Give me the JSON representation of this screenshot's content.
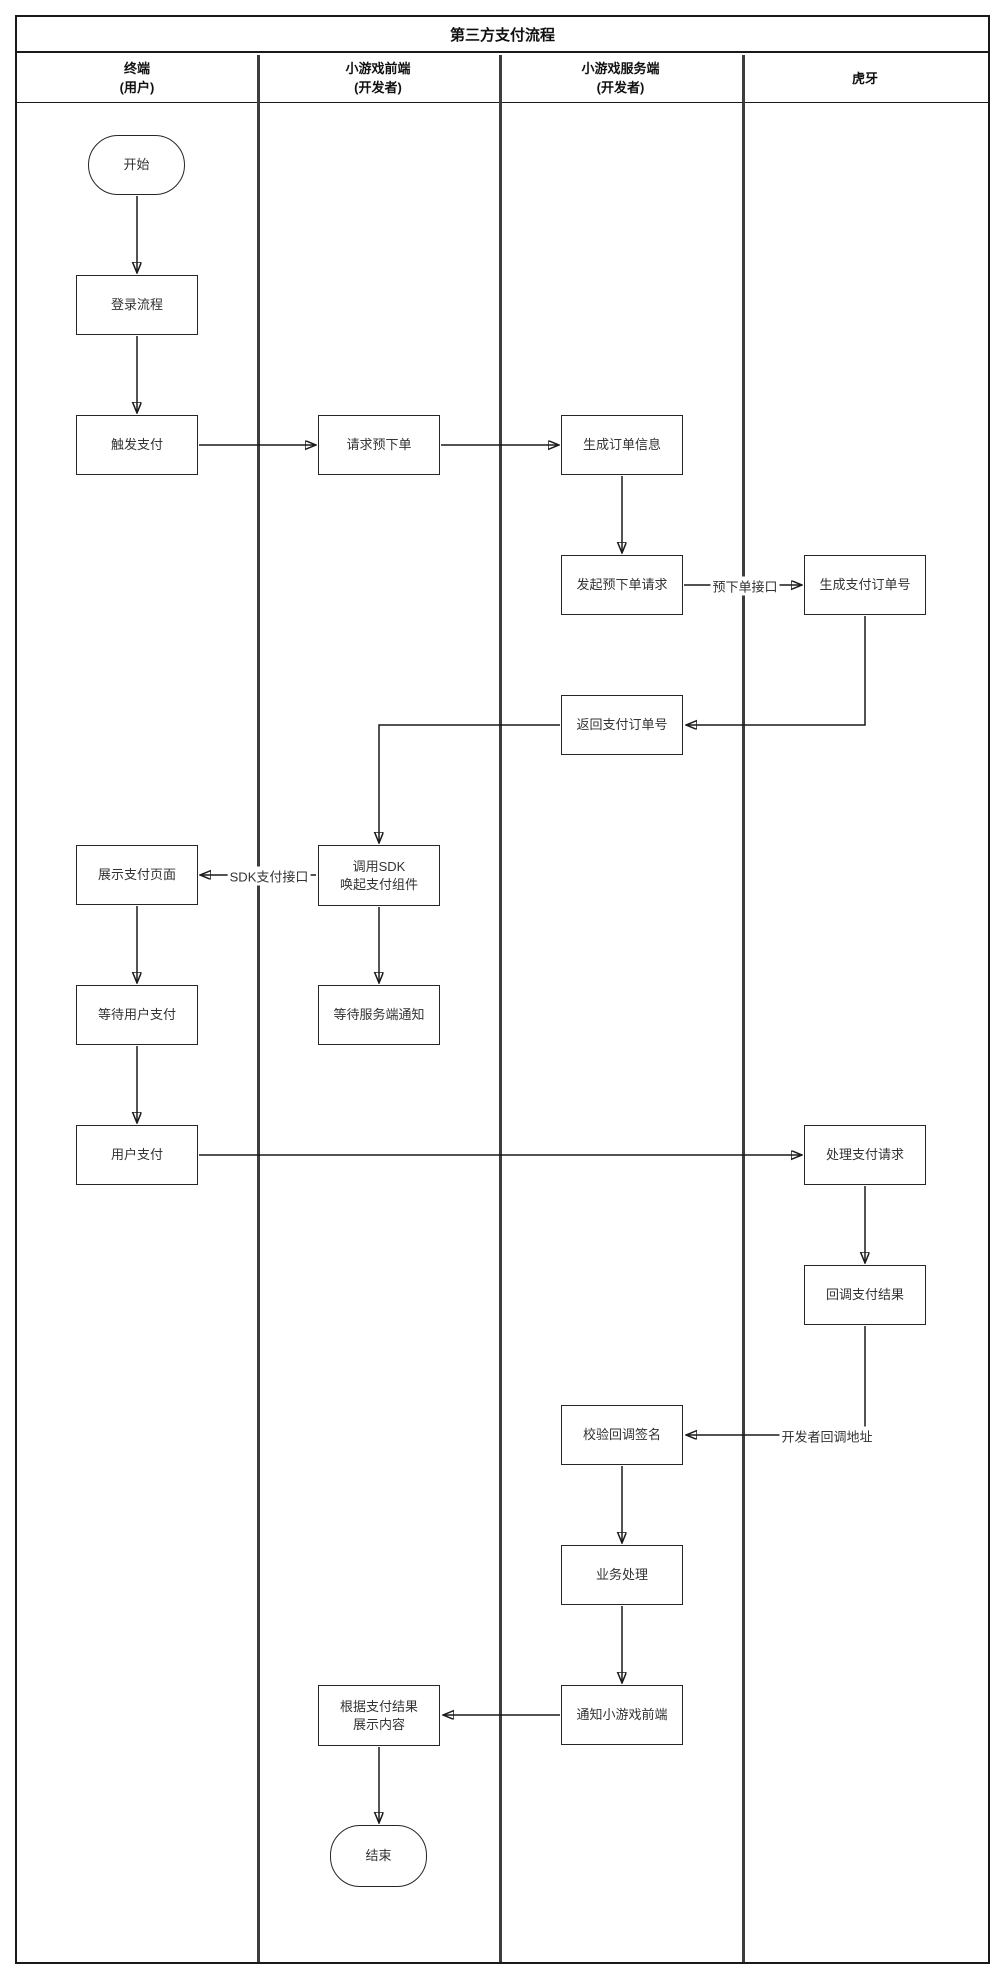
{
  "diagram": {
    "title": "第三方支付流程",
    "type": "swimlane-flowchart"
  },
  "lanes": [
    {
      "label": "终端\n(用户)"
    },
    {
      "label": "小游戏前端\n(开发者)"
    },
    {
      "label": "小游戏服务端\n(开发者)"
    },
    {
      "label": "虎牙"
    }
  ],
  "nodes": {
    "start": {
      "label": "开始",
      "shape": "terminator",
      "lane": 0
    },
    "login": {
      "label": "登录流程",
      "shape": "process",
      "lane": 0
    },
    "trigger_pay": {
      "label": "触发支付",
      "shape": "process",
      "lane": 0
    },
    "request_preorder": {
      "label": "请求预下单",
      "shape": "process",
      "lane": 1
    },
    "gen_order_info": {
      "label": "生成订单信息",
      "shape": "process",
      "lane": 2
    },
    "initiate_preorder": {
      "label": "发起预下单请求",
      "shape": "process",
      "lane": 2
    },
    "gen_pay_order_no": {
      "label": "生成支付订单号",
      "shape": "process",
      "lane": 3
    },
    "return_pay_order_no": {
      "label": "返回支付订单号",
      "shape": "process",
      "lane": 2
    },
    "show_pay_page": {
      "label": "展示支付页面",
      "shape": "process",
      "lane": 0
    },
    "call_sdk": {
      "label": "调用SDK\n唤起支付组件",
      "shape": "process",
      "lane": 1
    },
    "wait_user_pay": {
      "label": "等待用户支付",
      "shape": "process",
      "lane": 0
    },
    "wait_server_notify": {
      "label": "等待服务端通知",
      "shape": "process",
      "lane": 1
    },
    "user_pay": {
      "label": "用户支付",
      "shape": "process",
      "lane": 0
    },
    "handle_pay_request": {
      "label": "处理支付请求",
      "shape": "process",
      "lane": 3
    },
    "callback_pay_result": {
      "label": "回调支付结果",
      "shape": "process",
      "lane": 3
    },
    "verify_callback_sign": {
      "label": "校验回调签名",
      "shape": "process",
      "lane": 2
    },
    "business_process": {
      "label": "业务处理",
      "shape": "process",
      "lane": 2
    },
    "notify_frontend": {
      "label": "通知小游戏前端",
      "shape": "process",
      "lane": 2
    },
    "show_result_content": {
      "label": "根据支付结果\n展示内容",
      "shape": "process",
      "lane": 1
    },
    "end": {
      "label": "结束",
      "shape": "terminator",
      "lane": 1
    }
  },
  "edge_labels": {
    "preorder_api": "预下单接口",
    "sdk_pay_api": "SDK支付接口",
    "dev_callback_url": "开发者回调地址"
  },
  "edges": [
    {
      "from": "开始",
      "to": "登录流程"
    },
    {
      "from": "登录流程",
      "to": "触发支付"
    },
    {
      "from": "触发支付",
      "to": "请求预下单"
    },
    {
      "from": "请求预下单",
      "to": "生成订单信息"
    },
    {
      "from": "生成订单信息",
      "to": "发起预下单请求"
    },
    {
      "from": "发起预下单请求",
      "to": "生成支付订单号",
      "label": "预下单接口"
    },
    {
      "from": "生成支付订单号",
      "to": "返回支付订单号"
    },
    {
      "from": "返回支付订单号",
      "to": "调用SDK唤起支付组件"
    },
    {
      "from": "调用SDK唤起支付组件",
      "to": "展示支付页面",
      "label": "SDK支付接口"
    },
    {
      "from": "展示支付页面",
      "to": "等待用户支付"
    },
    {
      "from": "调用SDK唤起支付组件",
      "to": "等待服务端通知"
    },
    {
      "from": "等待用户支付",
      "to": "用户支付"
    },
    {
      "from": "用户支付",
      "to": "处理支付请求"
    },
    {
      "from": "处理支付请求",
      "to": "回调支付结果"
    },
    {
      "from": "回调支付结果",
      "to": "校验回调签名",
      "label": "开发者回调地址"
    },
    {
      "from": "校验回调签名",
      "to": "业务处理"
    },
    {
      "from": "业务处理",
      "to": "通知小游戏前端"
    },
    {
      "from": "通知小游戏前端",
      "to": "根据支付结果展示内容"
    },
    {
      "from": "根据支付结果展示内容",
      "to": "结束"
    }
  ],
  "colors": {
    "background": "#ffffff",
    "stroke": "#1a1a1a",
    "lane_divider": "#3d3d3d",
    "text": "#333333"
  }
}
